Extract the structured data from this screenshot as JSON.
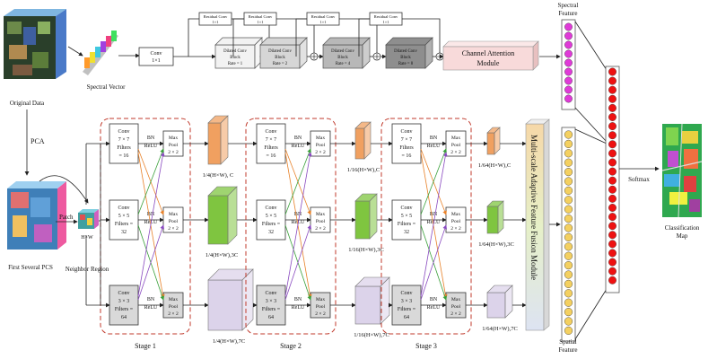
{
  "top_branch": {
    "original_data": "Original Data",
    "spectral_vector": "Spectral Vector",
    "conv1x1": [
      "Conv",
      "1×1"
    ],
    "residual_label": [
      "Residual Conv",
      "1×1"
    ],
    "dilated_blocks": [
      [
        "Dilated Conv",
        "Block",
        "Rate = 1"
      ],
      [
        "Dilated Conv",
        "Block",
        "Rate = 2"
      ],
      [
        "Dilated Conv",
        "Block",
        "Rate = 4"
      ],
      [
        "Dilated Conv",
        "Block",
        "Rate = 8"
      ]
    ],
    "cam": [
      "Channel Attention",
      "Module"
    ],
    "spectral_feature": [
      "Spectral",
      "Feature"
    ]
  },
  "left": {
    "pca": "PCA",
    "first_pcs": "First Several PCS",
    "patch": "Patch",
    "hxw": "H×W",
    "neighbor_region": "Neighbor Region"
  },
  "convs": {
    "conv7": [
      "Conv",
      "7 × 7",
      "Filters",
      "= 16"
    ],
    "conv5": [
      "Conv",
      "5 × 5",
      "Filters =",
      "32"
    ],
    "conv3": [
      "Conv",
      "3 × 3",
      "Filters =",
      "64"
    ],
    "bn": "BN",
    "relu": "ReLU",
    "maxpool": [
      "Max",
      "Pool",
      "2 × 2"
    ]
  },
  "stages": [
    "Stage 1",
    "Stage 2",
    "Stage 3"
  ],
  "feature_labels": {
    "s1": [
      "1/4(H×W), C",
      "1/4(H×W),3C",
      "1/4(H×W),7C"
    ],
    "s2": [
      "1/16(H×W),C",
      "1/16(H×W),3C",
      "1/16(H×W),7C"
    ],
    "s3": [
      "1/64(H×W),C",
      "1/64(H×W),3C",
      "1/64(H×W),7C"
    ]
  },
  "fusion": "Multi-scale  Adaptive Feature Fusion Module",
  "spatial_feature": [
    "Spatial",
    "Feature"
  ],
  "softmax": "Softmax",
  "classification_map": [
    "Classification",
    "Map"
  ],
  "colors": {
    "orange": "#f0a060",
    "green": "#7fc540",
    "lavender": "#dcd3ea",
    "magenta": "#e03ad8",
    "yellow": "#f4d060",
    "red": "#ee1111",
    "cam_fill": "#f8dada",
    "dashed": "#c0392b"
  }
}
